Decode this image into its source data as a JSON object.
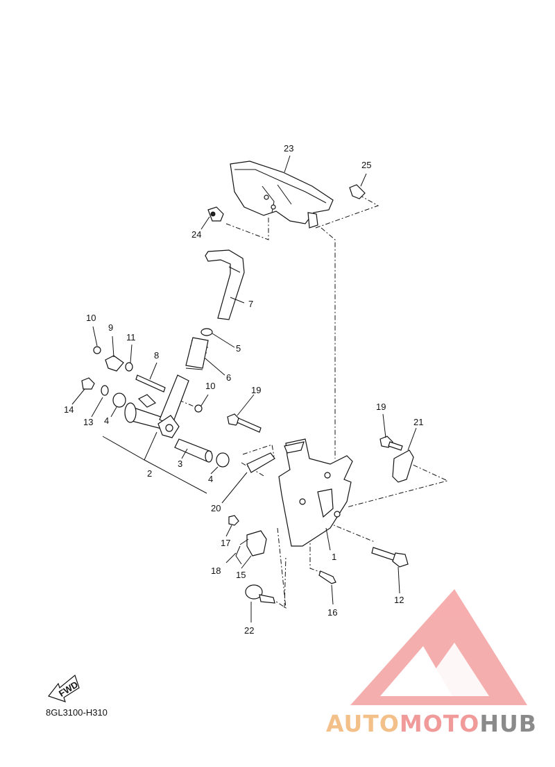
{
  "diagram_code": "8GL3100-H310",
  "fwd_label": "FWD",
  "watermark": {
    "part1": "AUTO",
    "part2": "MOTO",
    "part3": "HUB",
    "colors": {
      "auto": "#f3c08a",
      "moto": "#f19a9a",
      "hub": "#8a8a8a",
      "logo": "#f4a0a0"
    }
  },
  "callouts": {
    "c1": "1",
    "c2": "2",
    "c3": "3",
    "c4a": "4",
    "c4b": "4",
    "c5": "5",
    "c6": "6",
    "c7": "7",
    "c8": "8",
    "c9": "9",
    "c10a": "10",
    "c10b": "10",
    "c11": "11",
    "c12": "12",
    "c13": "13",
    "c14": "14",
    "c15": "15",
    "c16": "16",
    "c17": "17",
    "c18": "18",
    "c19a": "19",
    "c19b": "19",
    "c20": "20",
    "c21": "21",
    "c22": "22",
    "c23": "23",
    "c24": "24",
    "c25": "25"
  }
}
